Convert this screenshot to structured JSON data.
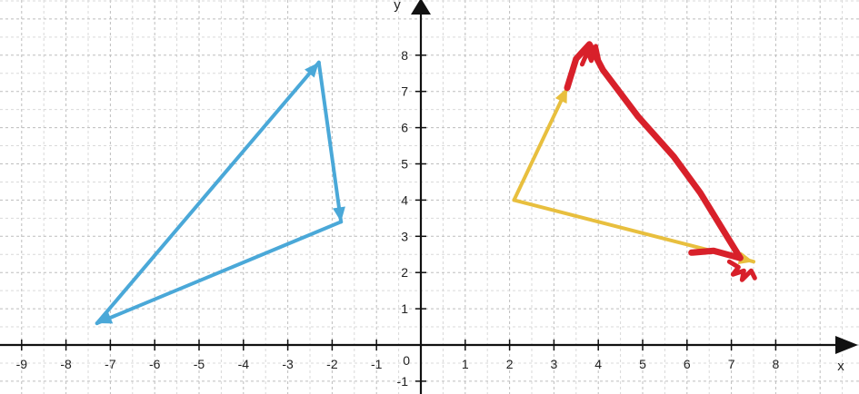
{
  "chart_data": {
    "type": "scatter",
    "title": "",
    "xlabel": "x",
    "ylabel": "y",
    "xlim": [
      -9.5,
      9.5
    ],
    "ylim": [
      -1.5,
      9.5
    ],
    "grid": true,
    "x_ticks": [
      "-9",
      "-8",
      "-7",
      "-6",
      "-5",
      "-4",
      "-3",
      "-2",
      "-1",
      "1",
      "2",
      "3",
      "4",
      "5",
      "6",
      "7",
      "8"
    ],
    "x_tick_values": [
      -9,
      -8,
      -7,
      -6,
      -5,
      -4,
      -3,
      -2,
      -1,
      1,
      2,
      3,
      4,
      5,
      6,
      7,
      8
    ],
    "y_ticks": [
      "-1",
      "1",
      "2",
      "3",
      "4",
      "5",
      "6",
      "7",
      "8"
    ],
    "y_tick_values": [
      -1,
      1,
      2,
      3,
      4,
      5,
      6,
      7,
      8
    ],
    "origin_label": "0",
    "series": [
      {
        "color": "#4aa8d8",
        "style": "vector-triangle",
        "vectors": [
          {
            "from": [
              -7.3,
              0.6
            ],
            "to": [
              -2.3,
              7.8
            ]
          },
          {
            "from": [
              -2.3,
              7.8
            ],
            "to": [
              -1.8,
              3.4
            ]
          },
          {
            "from": [
              -1.8,
              3.4
            ],
            "to": [
              -7.3,
              0.6
            ]
          }
        ]
      },
      {
        "color": "#e8bf3e",
        "style": "vector-path",
        "vectors": [
          {
            "from": [
              2.1,
              4.0
            ],
            "to": [
              3.3,
              7.1
            ]
          },
          {
            "from": [
              2.1,
              4.0
            ],
            "to": [
              7.5,
              2.3
            ]
          }
        ]
      },
      {
        "color": "#d8202a",
        "style": "hand-drawn",
        "points": [
          [
            3.3,
            7.1
          ],
          [
            3.5,
            7.9
          ],
          [
            3.8,
            8.3
          ],
          [
            4.1,
            7.6
          ],
          [
            4.9,
            6.3
          ],
          [
            5.7,
            5.2
          ],
          [
            6.3,
            4.2
          ],
          [
            6.9,
            3.0
          ],
          [
            7.2,
            2.4
          ],
          [
            6.6,
            2.6
          ],
          [
            6.1,
            2.55
          ]
        ]
      }
    ]
  }
}
